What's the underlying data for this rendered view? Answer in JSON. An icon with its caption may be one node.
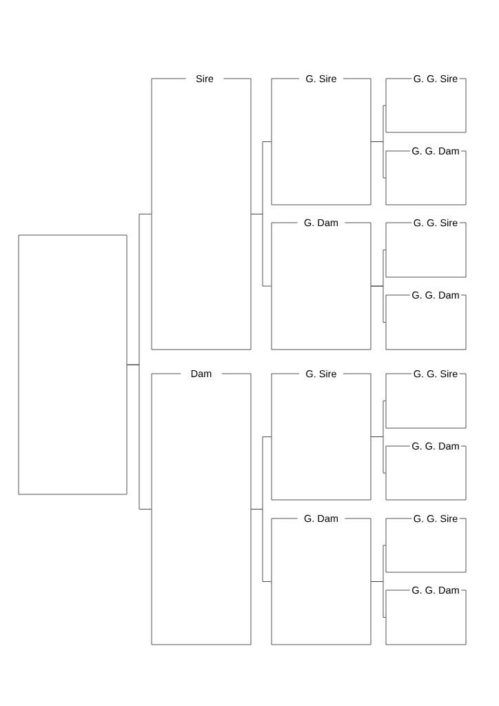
{
  "diagram": {
    "nodes": [
      {
        "text": [],
        "shape": "box"
      },
      {
        "text": [
          "Sire"
        ]
      },
      {
        "text": [
          "Dam"
        ]
      },
      {
        "text": [
          "G. Sire"
        ]
      },
      {
        "text": [
          "G. Dam"
        ]
      },
      {
        "text": [
          "G. Sire"
        ]
      },
      {
        "text": [
          "G. Dam"
        ]
      },
      {
        "text": [
          "G. G. Sire"
        ]
      },
      {
        "text": [
          "G. G. Dam"
        ]
      },
      {
        "text": [
          "G. G. Sire"
        ]
      },
      {
        "text": [
          "G. G. Dam"
        ]
      },
      {
        "text": [
          "G. G. Sire"
        ]
      },
      {
        "text": [
          "G. G. Dam"
        ]
      },
      {
        "text": [
          "G. G. Sire"
        ]
      },
      {
        "text": [
          "G. G. Dam"
        ]
      }
    ],
    "edges": [
      {
        "from": 0,
        "to": 1,
        "arrow": "none"
      },
      {
        "from": 0,
        "to": 2,
        "arrow": "none"
      },
      {
        "from": 1,
        "to": 3,
        "arrow": "none"
      },
      {
        "from": 1,
        "to": 4,
        "arrow": "none"
      },
      {
        "from": 2,
        "to": 5,
        "arrow": "none"
      },
      {
        "from": 2,
        "to": 6,
        "arrow": "none"
      },
      {
        "from": 3,
        "to": 7,
        "arrow": "none"
      },
      {
        "from": 3,
        "to": 8,
        "arrow": "none"
      },
      {
        "from": 4,
        "to": 9,
        "arrow": "none"
      },
      {
        "from": 4,
        "to": 10,
        "arrow": "none"
      },
      {
        "from": 5,
        "to": 11,
        "arrow": "none"
      },
      {
        "from": 5,
        "to": 12,
        "arrow": "none"
      },
      {
        "from": 6,
        "to": 13,
        "arrow": "none"
      },
      {
        "from": 6,
        "to": 14,
        "arrow": "none"
      }
    ]
  }
}
